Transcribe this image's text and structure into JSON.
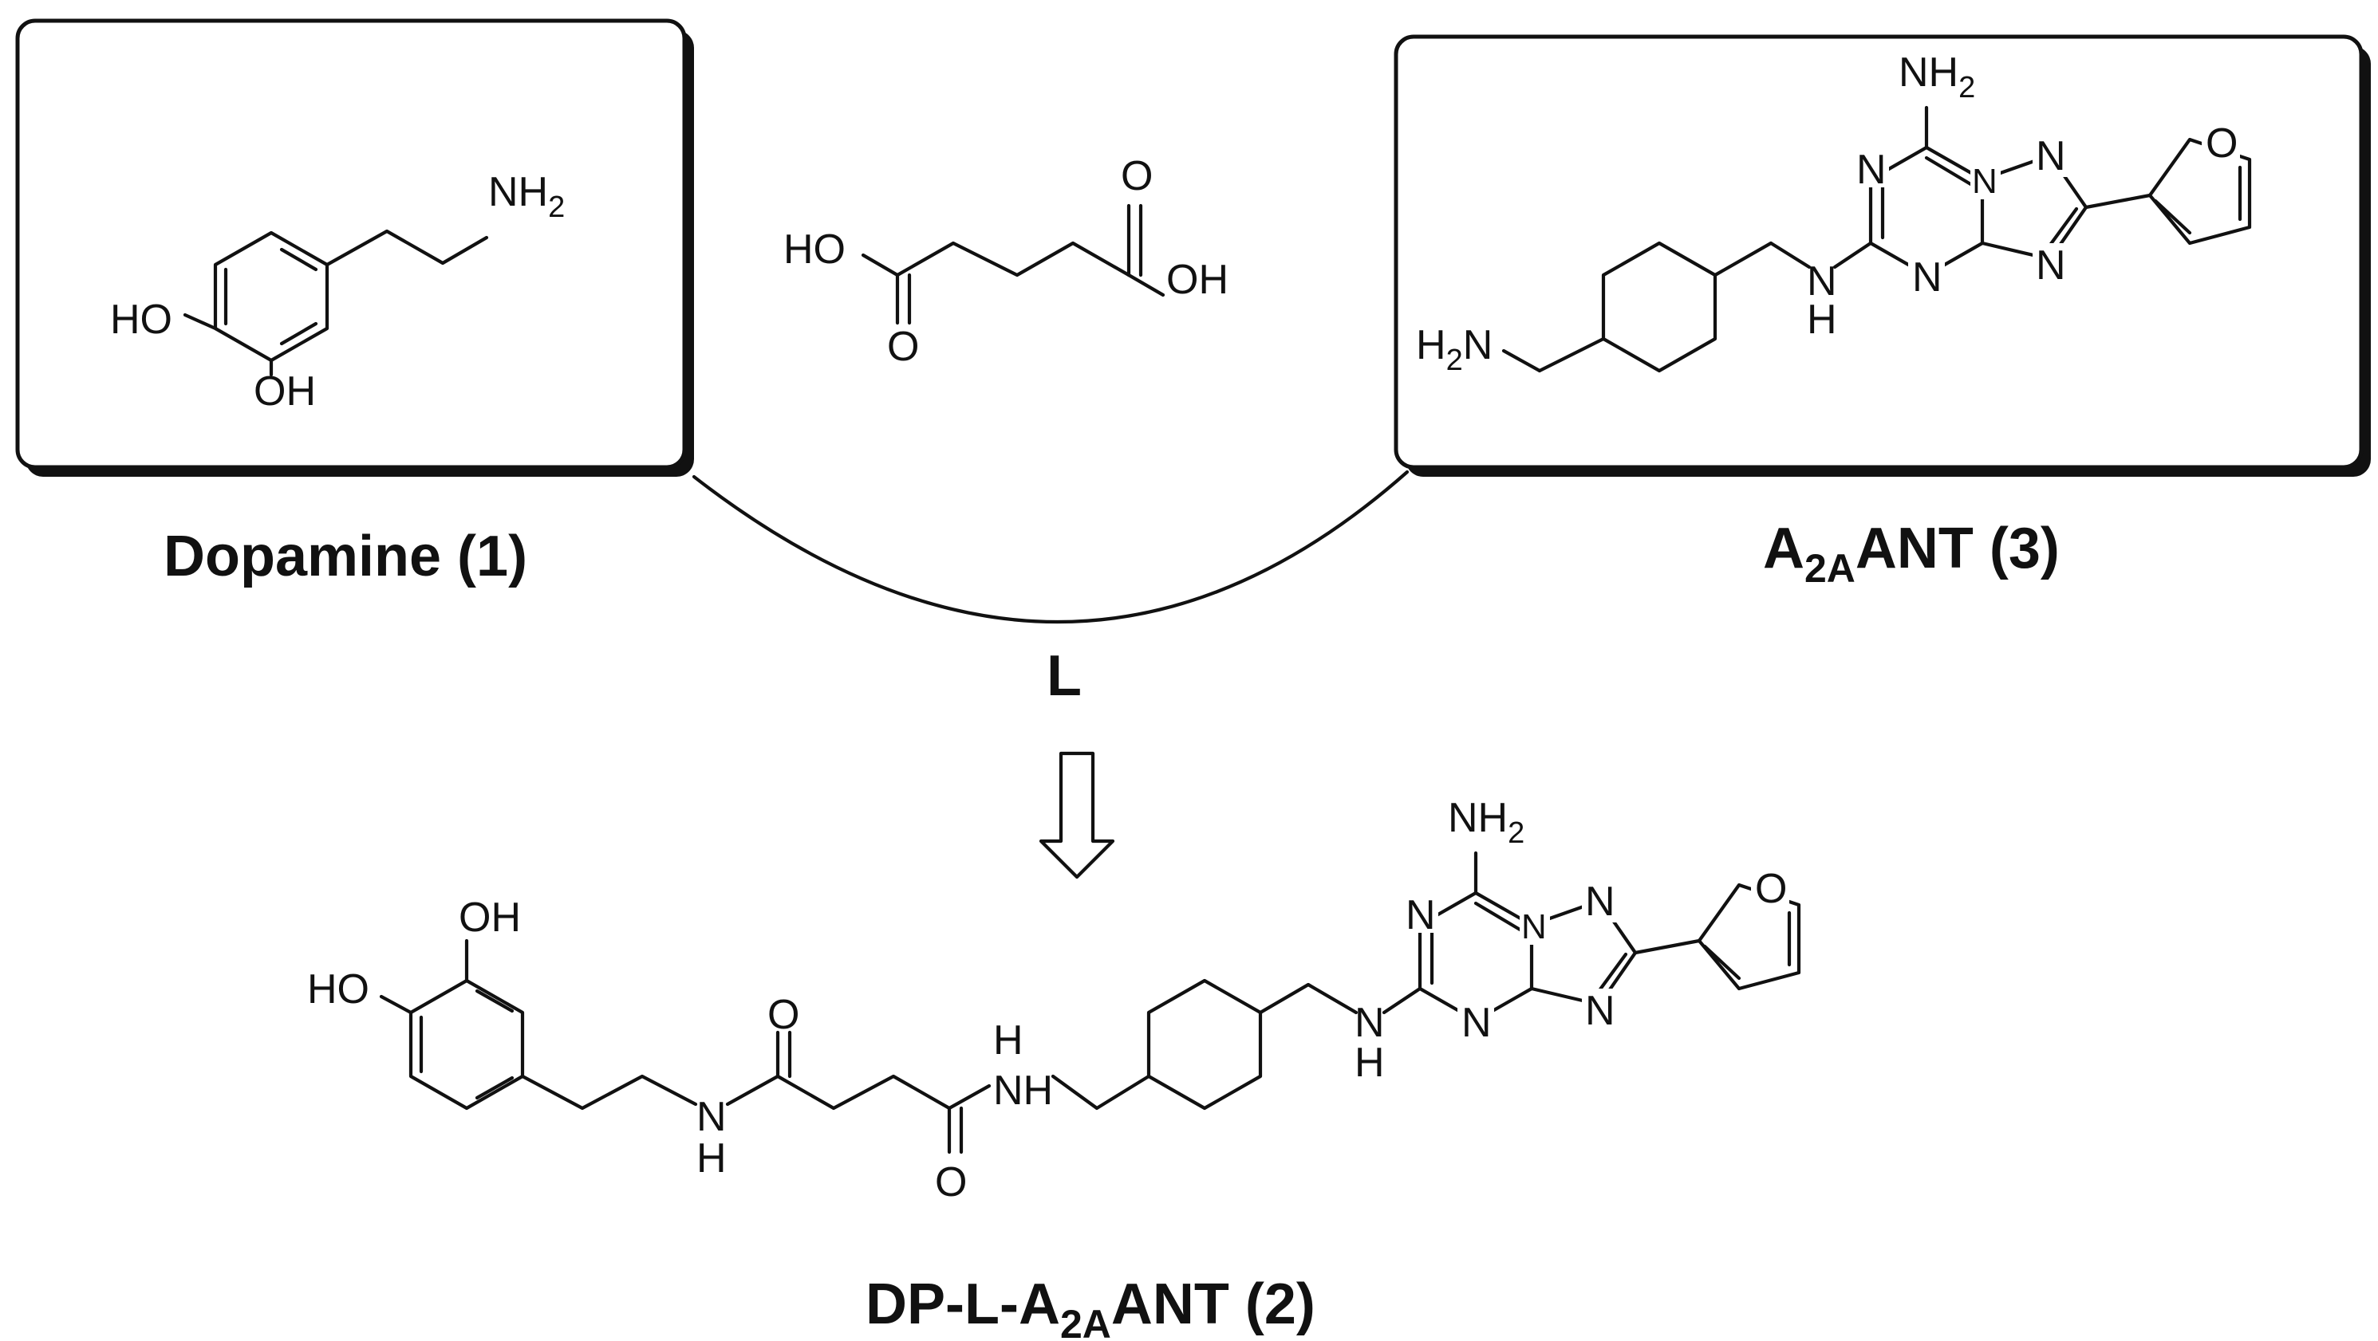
{
  "captions": {
    "dopamine": "Dopamine (1)",
    "linker": "L",
    "antagonist_prefix": "A",
    "antagonist_sub": "2A",
    "antagonist_suffix": "ANT (3)",
    "conjugate_prefix": "DP-L-A",
    "conjugate_sub": "2A",
    "conjugate_suffix": "ANT (2)"
  },
  "atoms": {
    "nh2_main": "NH",
    "sub_2": "2",
    "h2_prefix": "H",
    "n_suffix": "N",
    "ho": "HO",
    "oh": "OH",
    "o": "O",
    "n": "N",
    "h": "H",
    "nh": "NH",
    "n_dot": "N",
    "dot": "-"
  },
  "colors": {
    "ink": "#111111",
    "background": "#ffffff",
    "box_border": "#111111"
  }
}
